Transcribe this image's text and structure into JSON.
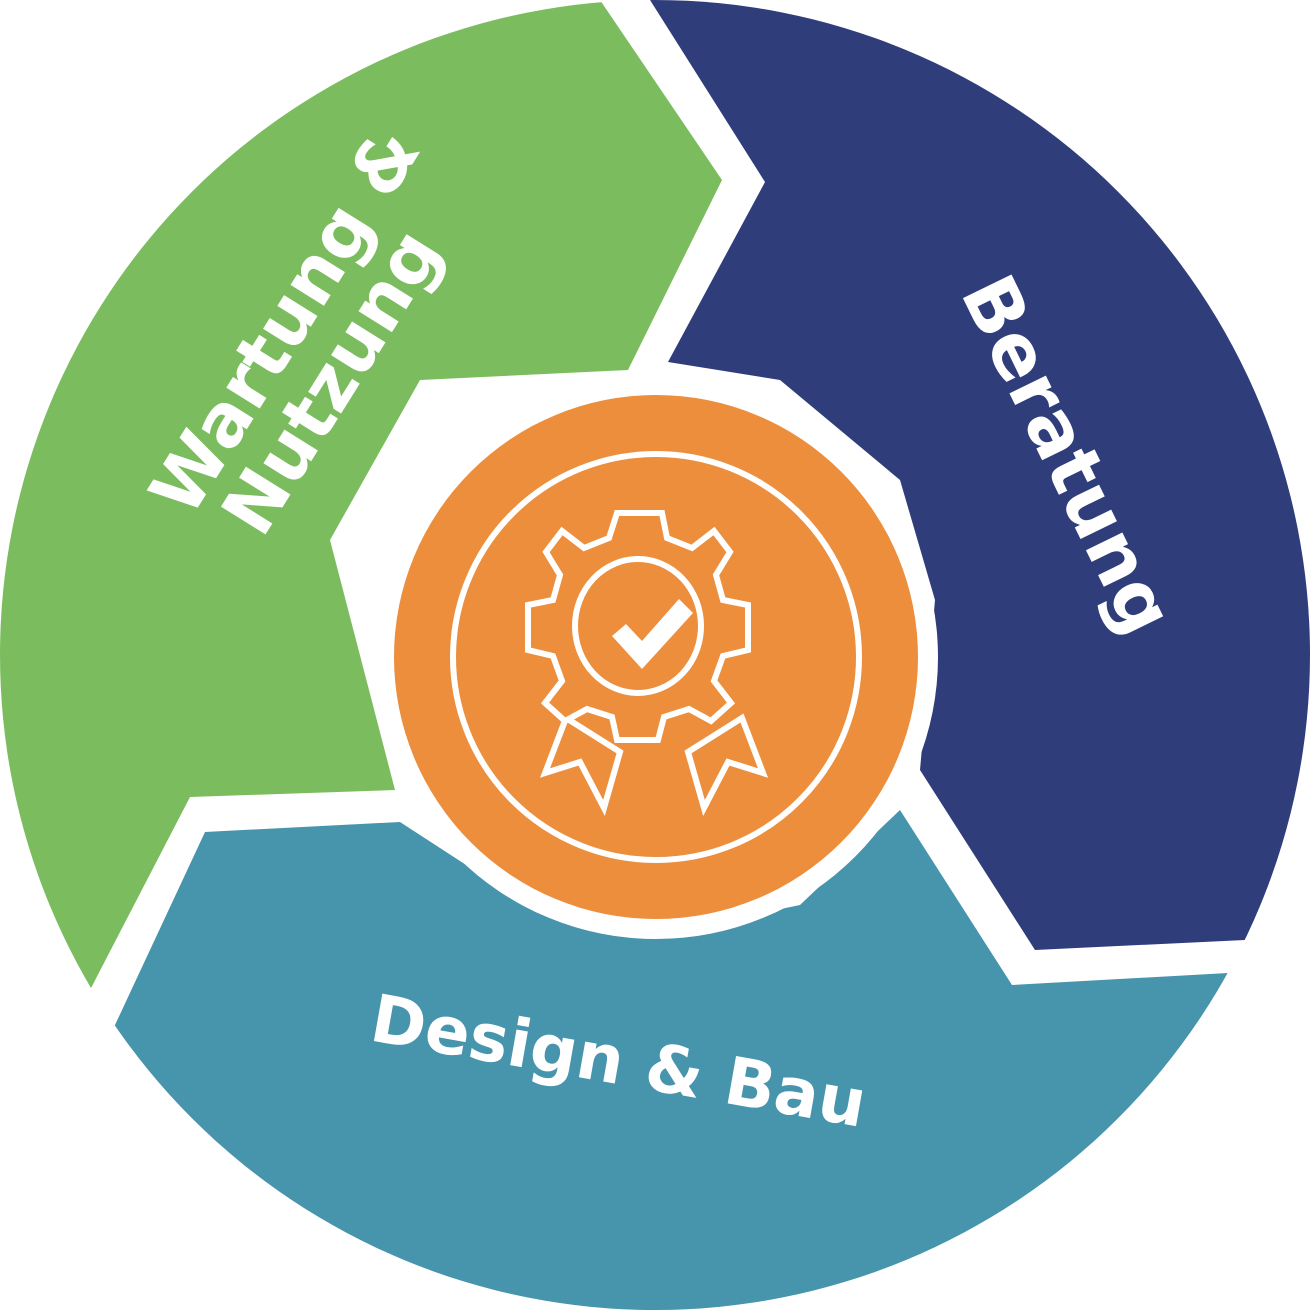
{
  "diagram": {
    "type": "cycle",
    "segments": [
      {
        "id": "beratung",
        "label": "Beratung",
        "color": "#2f3d7b"
      },
      {
        "id": "design-bau",
        "label": "Design & Bau",
        "color": "#4794ad"
      },
      {
        "id": "wartung-nutzung",
        "label_line1": "Wartung &",
        "label_line2": "Nutzung",
        "color": "#7bbd5e"
      }
    ],
    "center": {
      "icon": "gear-award-checkmark-icon",
      "color": "#ec8e3c"
    },
    "separator_color": "#ffffff"
  }
}
